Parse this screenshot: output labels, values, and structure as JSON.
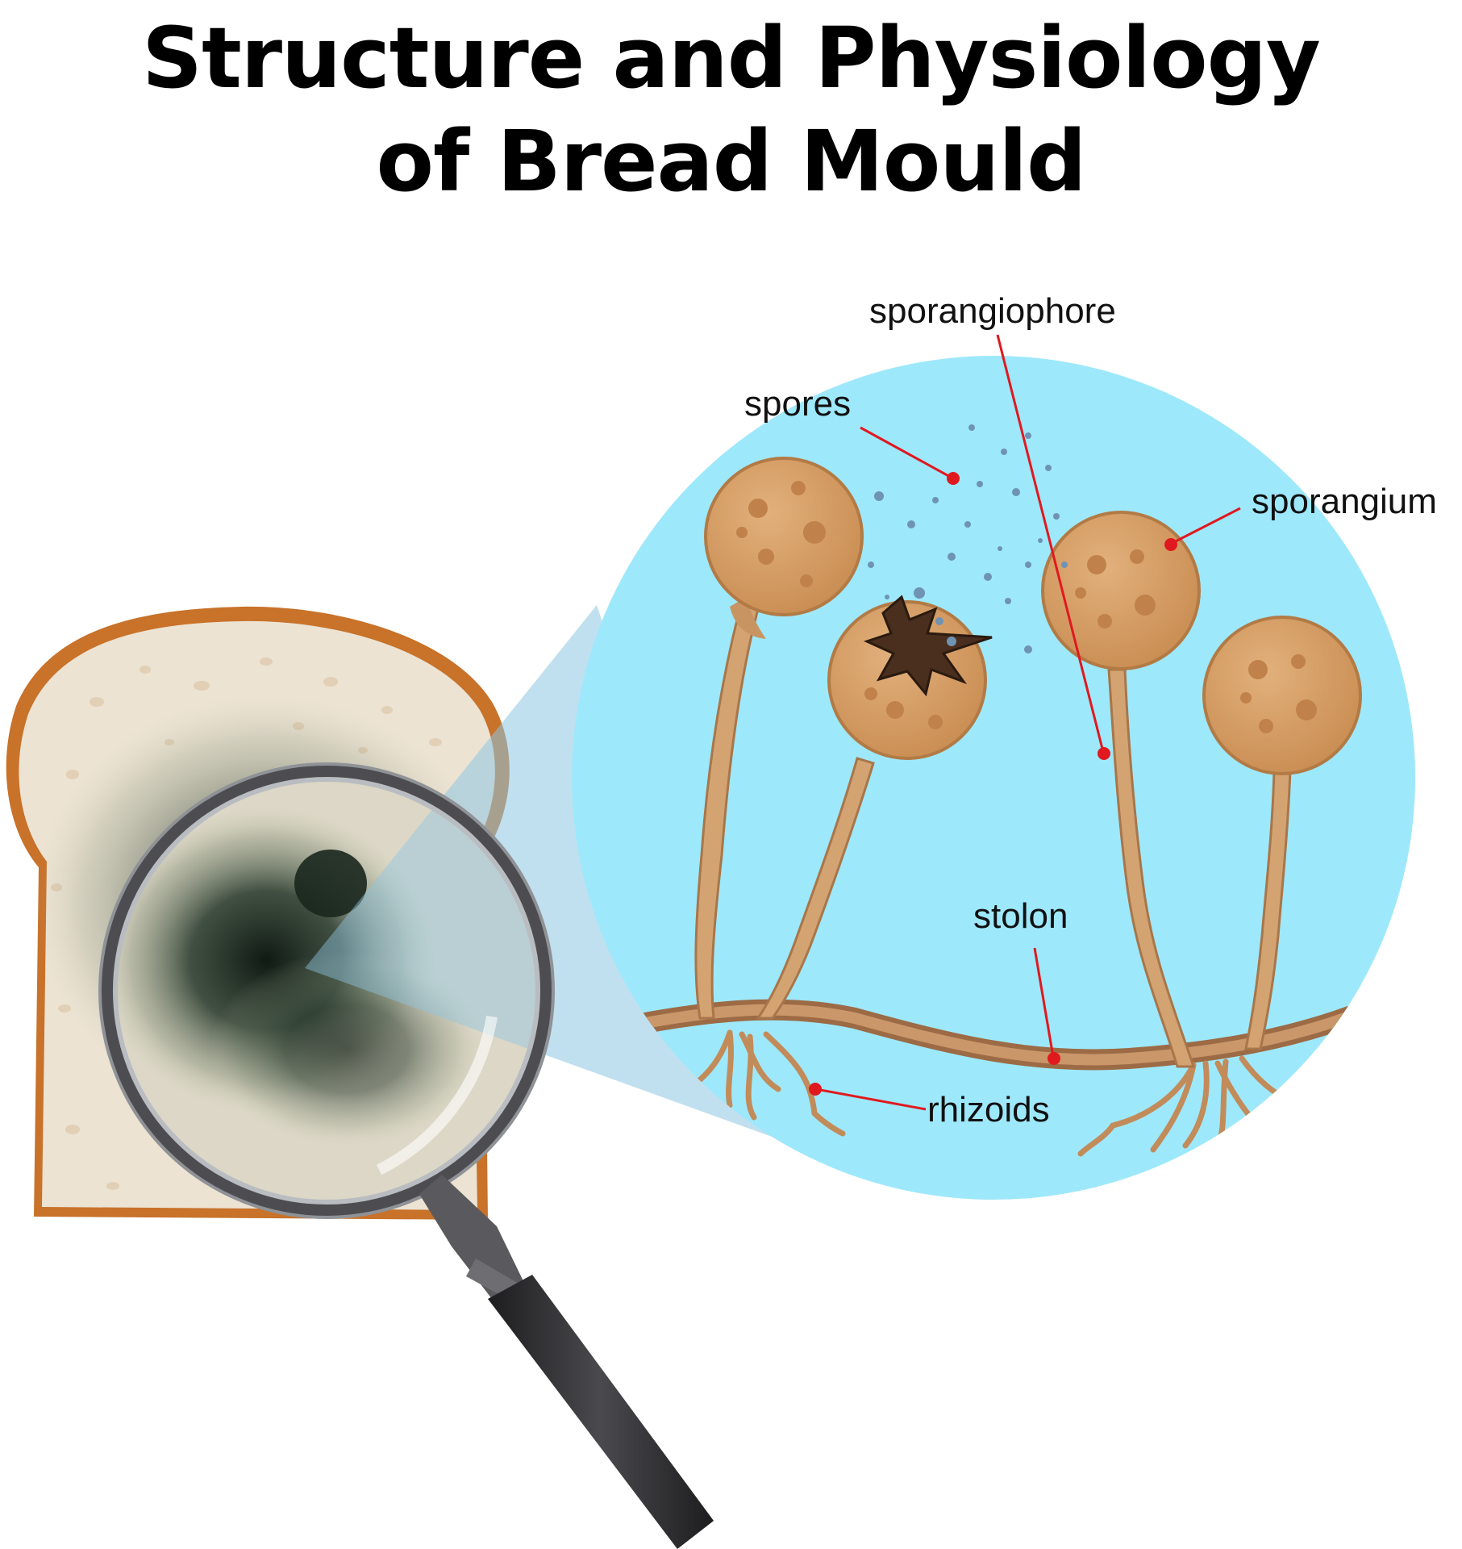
{
  "title": {
    "line1": "Structure and Physiology",
    "line2": "of Bread Mould"
  },
  "labels": {
    "sporangiophore": "sporangiophore",
    "spores": "spores",
    "sporangium": "sporangium",
    "stolon": "stolon",
    "rhizoids": "rhizoids"
  },
  "colors": {
    "circle_bg": "#9ee8fb",
    "leader_line": "#e0191f",
    "sporangium_fill": "#d9a36c",
    "stalk_fill": "#d3a472",
    "bread_crust": "#c8722a",
    "bread_crumb": "#ece3d3",
    "mould": "#1f2e23",
    "magnifier_handle": "#2d2d2f"
  }
}
